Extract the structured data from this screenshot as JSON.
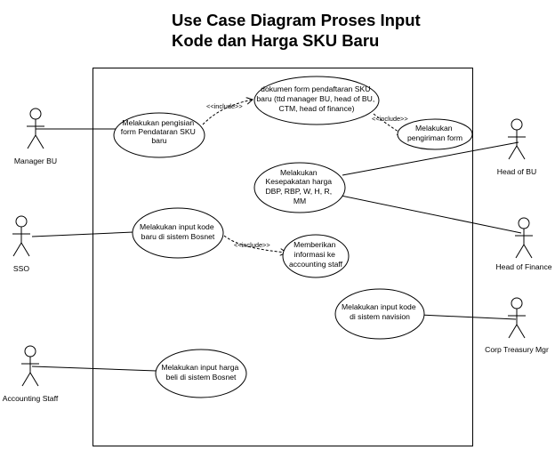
{
  "title": {
    "line1": "Use Case Diagram Proses Input",
    "line2": "Kode dan Harga SKU Baru"
  },
  "actors": {
    "manager_bu": "Manager BU",
    "sso": "SSO",
    "accounting_staff": "Accounting Staff",
    "head_of_bu": "Head of BU",
    "head_of_finance": "Head of Finance",
    "corp_treasury_mgr": "Corp Treasury Mgr"
  },
  "use_cases": {
    "uc1": [
      "Melakukan pengisian",
      "form Pendataran SKU",
      "baru"
    ],
    "uc2": [
      "dokumen form pendaftaran SKU",
      "baru (ttd manager BU, head of BU,",
      "CTM, head of finance)"
    ],
    "uc3": [
      "Melakukan",
      "pengiriman form"
    ],
    "uc4": [
      "Melakukan",
      "Kesepakatan harga",
      "DBP, RBP, W, H, R,",
      "MM"
    ],
    "uc5": [
      "Melakukan input kode",
      "baru di sistem Bosnet"
    ],
    "uc6": [
      "Memberikan",
      "informasi ke",
      "accounting staff"
    ],
    "uc7": [
      "Melakukan input kode",
      "di sistem navision"
    ],
    "uc8": [
      "Melakukan input harga",
      "beli di sistem Bosnet"
    ]
  },
  "relations": {
    "include_1": "<<include>>",
    "include_2": "<<include>>",
    "include_3": "<<include>>"
  }
}
